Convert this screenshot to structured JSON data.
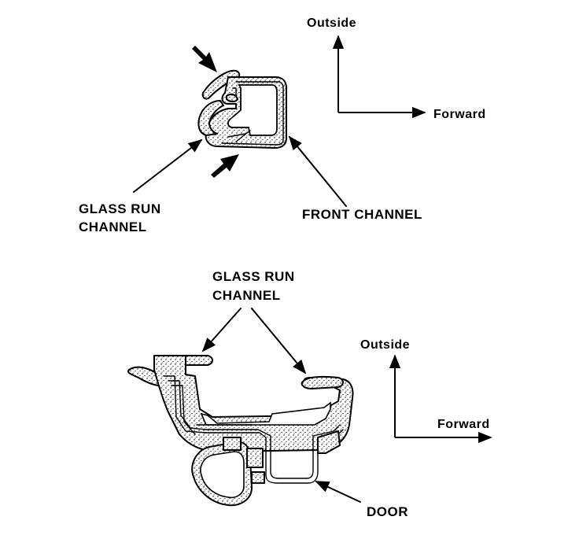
{
  "top_diagram": {
    "axis_outside": "Outside",
    "axis_forward": "Forward",
    "label_glass_run_line1": "GLASS RUN",
    "label_glass_run_line2": "CHANNEL",
    "label_front_channel": "FRONT CHANNEL"
  },
  "bottom_diagram": {
    "label_glass_run_line1": "GLASS RUN",
    "label_glass_run_line2": "CHANNEL",
    "axis_outside": "Outside",
    "axis_forward": "Forward",
    "label_door": "DOOR"
  }
}
